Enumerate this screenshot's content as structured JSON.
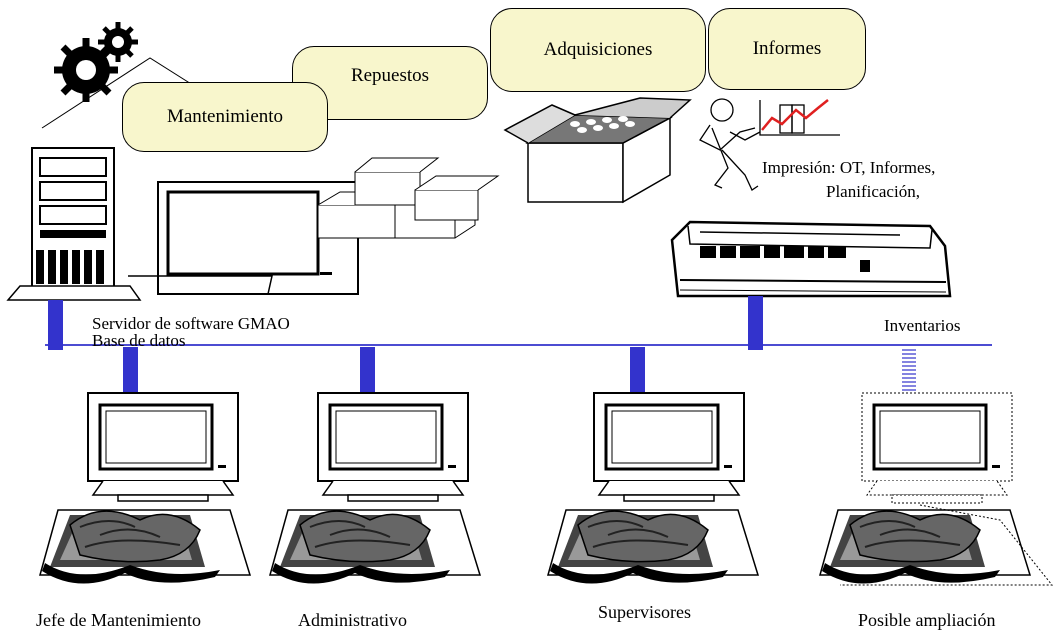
{
  "modules": {
    "mantenimiento": "Mantenimiento",
    "repuestos": "Repuestos",
    "adquisiciones": "Adquisiciones",
    "informes": "Informes"
  },
  "printer_caption": {
    "line1": "Impresión: OT, Informes,",
    "line2": "Planificación,"
  },
  "server_caption": {
    "line1": "Servidor de software GMAO",
    "line2": "Base de datos"
  },
  "inventarios": "Inventarios",
  "stations": [
    "Jefe de Mantenimiento",
    "Administrativo",
    "Supervisores",
    "Posible ampliación"
  ],
  "colors": {
    "network": "#3333cc",
    "bubble": "#f8f6cc",
    "chart_line": "#e02020"
  }
}
